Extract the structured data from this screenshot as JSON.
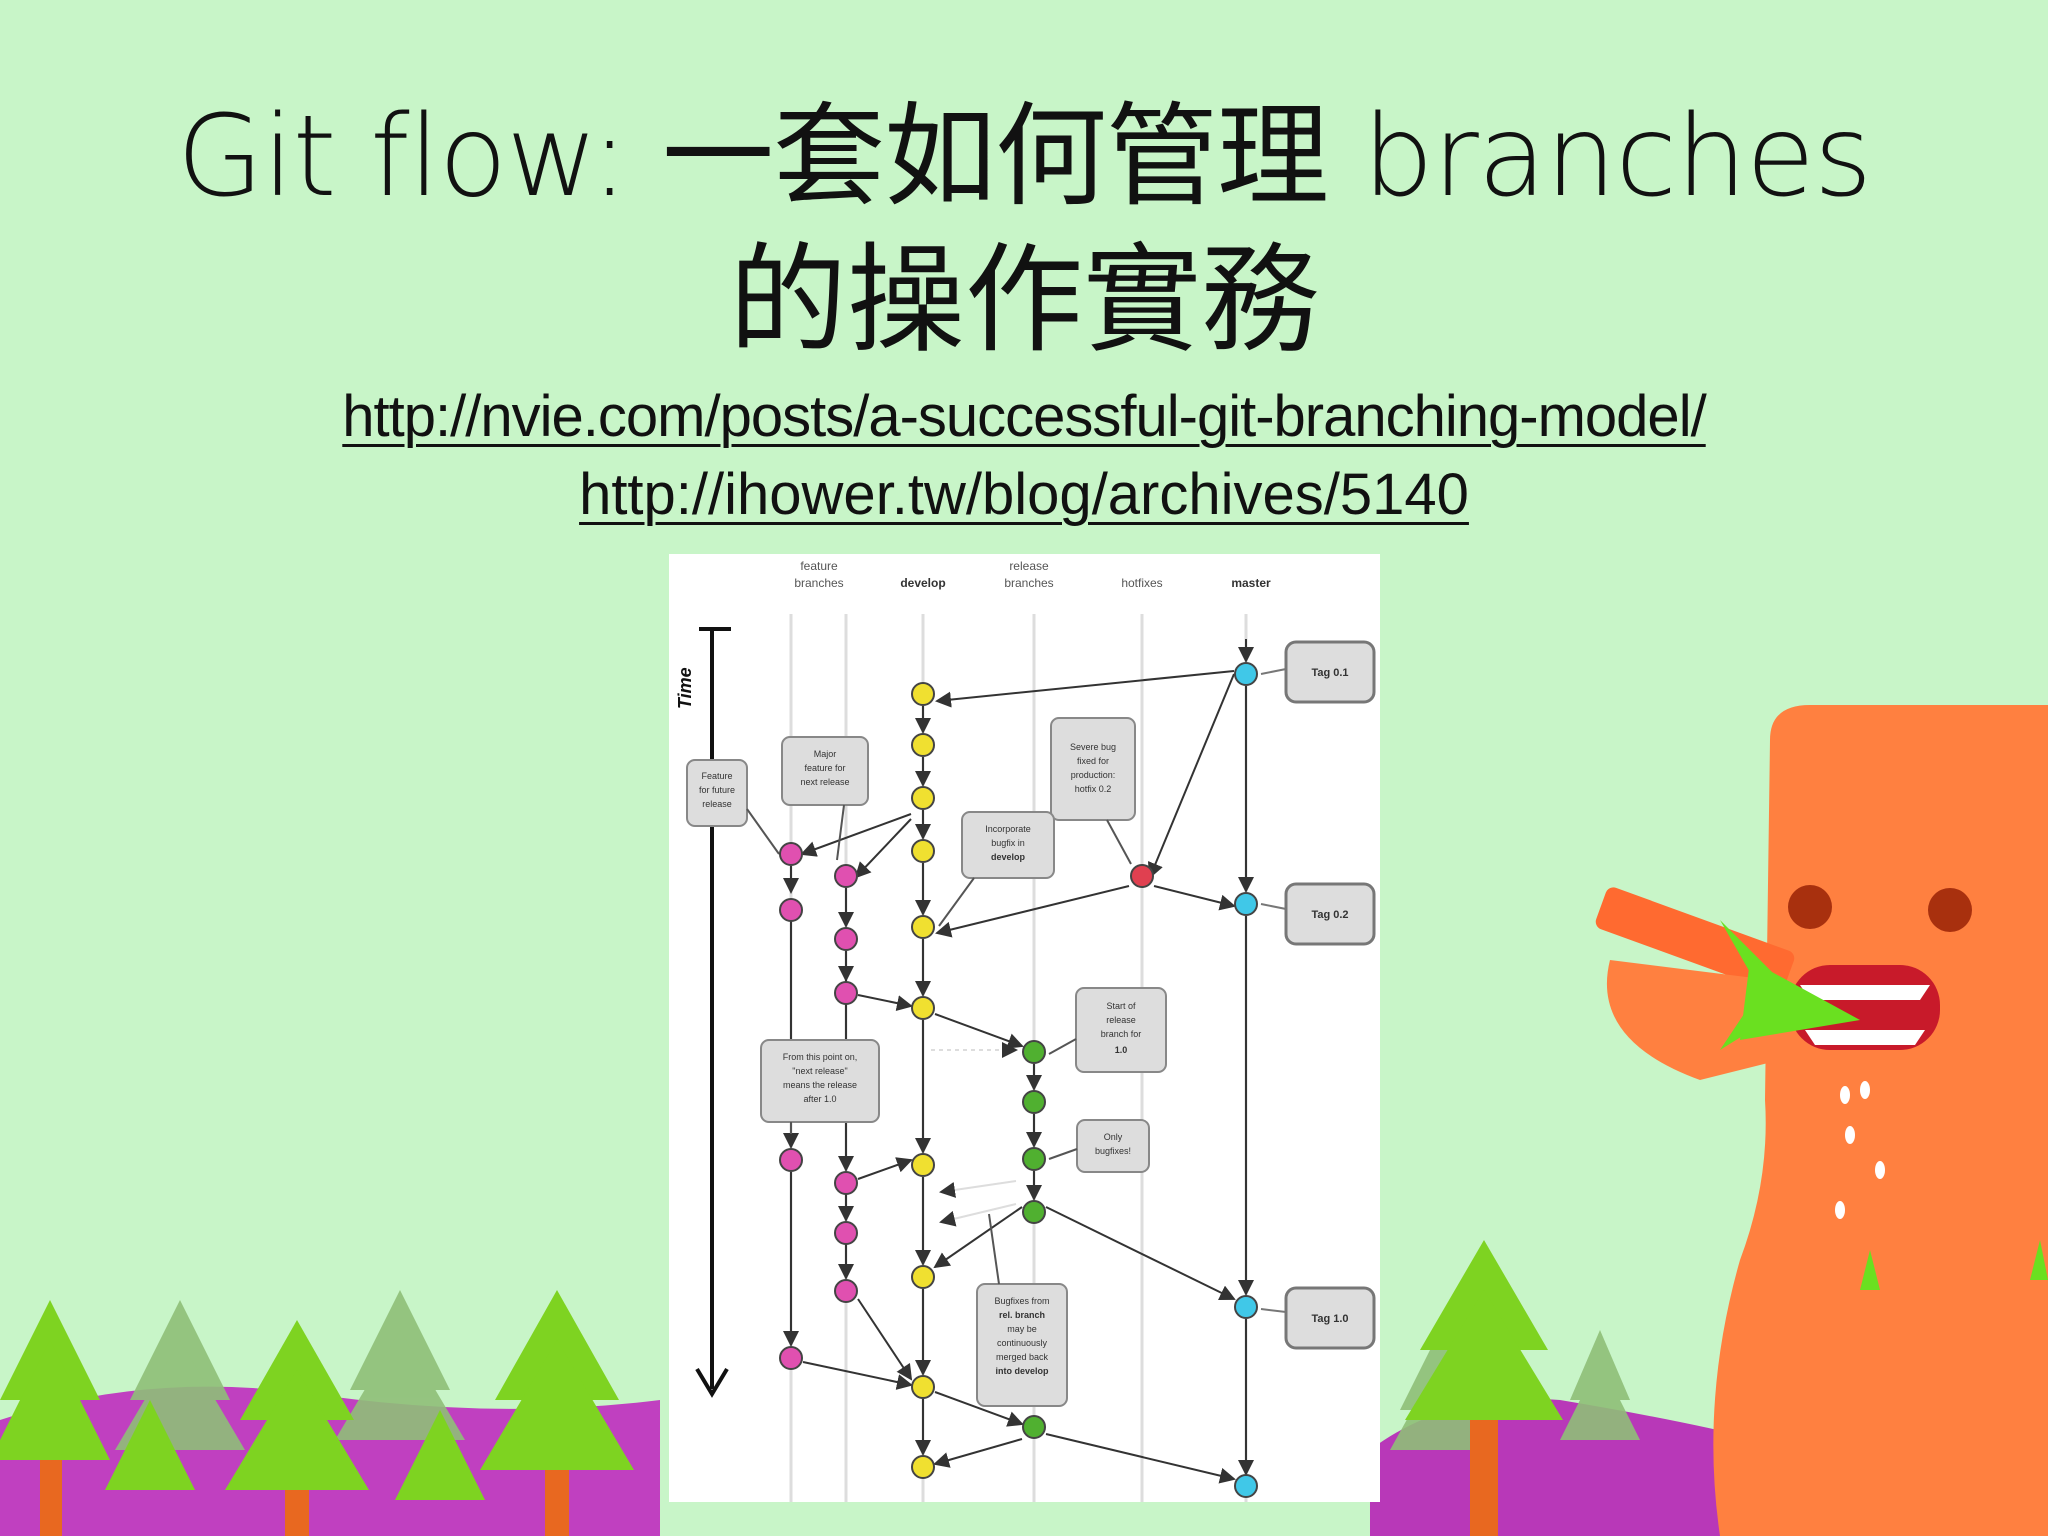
{
  "title": {
    "line1": "Git flow: 一套如何管理 branches",
    "line2": "的操作實務"
  },
  "links": [
    "http://nvie.com/posts/a-successful-git-branching-model/",
    "http://ihower.tw/blog/archives/5140"
  ],
  "diagram": {
    "columns": [
      {
        "label": [
          "feature",
          "branches"
        ]
      },
      {
        "label": [
          "develop"
        ],
        "bold": true
      },
      {
        "label": [
          "release",
          "branches"
        ]
      },
      {
        "label": [
          "hotfixes"
        ]
      },
      {
        "label": [
          "master"
        ],
        "bold": true
      }
    ],
    "time_label": "Time",
    "callouts": {
      "feature_future": [
        "Feature",
        "for future",
        "release"
      ],
      "major_feature": [
        "Major",
        "feature for",
        "next release"
      ],
      "severe_bug": [
        "Severe bug",
        "fixed for",
        "production:",
        "hotfix 0.2"
      ],
      "incorporate": [
        "Incorporate",
        "bugfix in",
        "develop"
      ],
      "start_release": [
        "Start of",
        "release",
        "branch for",
        "1.0"
      ],
      "from_this_point": [
        "From this point on,",
        "\"next release\"",
        "means the release",
        "after 1.0"
      ],
      "only_bugfixes": [
        "Only",
        "bugfixes!"
      ],
      "bugfixes_from": [
        "Bugfixes from",
        "rel. branch",
        "may be",
        "continuously",
        "merged back",
        "into develop"
      ]
    },
    "tags": [
      "Tag 0.1",
      "Tag 0.2",
      "Tag 1.0"
    ],
    "colors": {
      "feature": "#e050b0",
      "develop": "#f0e030",
      "release": "#50b030",
      "hotfix": "#e04050",
      "master": "#40c8e8"
    }
  },
  "theme": {
    "background": "#c8f5c8",
    "monster": "#ff8040",
    "hills": "#c040c0",
    "trees": "#80e020"
  }
}
